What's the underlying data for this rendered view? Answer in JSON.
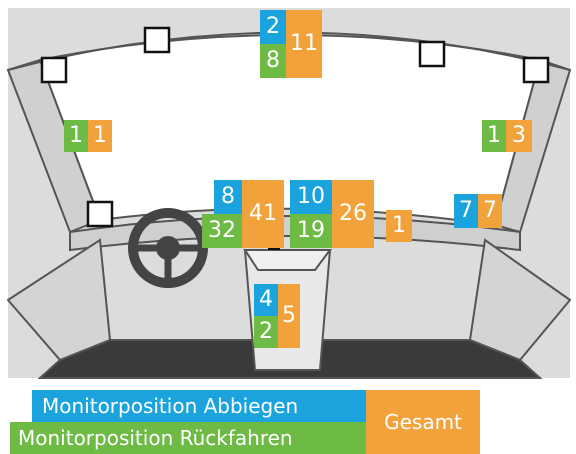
{
  "colors": {
    "abbiegen": "#1aa3dd",
    "rueckfahren": "#6dbb45",
    "gesamt": "#f2a23a",
    "cabin_fill": "#dcdcdc",
    "line": "#555555",
    "floor": "#3a3a3a"
  },
  "positions": {
    "top_center": {
      "abbiegen": "2",
      "rueckfahren": "8",
      "gesamt": "11"
    },
    "left_pillar": {
      "rueckfahren": "1",
      "gesamt": "1"
    },
    "right_pillar": {
      "rueckfahren": "1",
      "gesamt": "3"
    },
    "dash_left": {
      "abbiegen": "8",
      "rueckfahren": "32",
      "gesamt": "41"
    },
    "dash_center": {
      "abbiegen": "10",
      "rueckfahren": "19",
      "gesamt": "26"
    },
    "dash_right_small": {
      "gesamt": "1"
    },
    "right_corner": {
      "abbiegen": "7",
      "gesamt": "7"
    },
    "console": {
      "abbiegen": "4",
      "rueckfahren": "2",
      "gesamt": "5"
    }
  },
  "legend": {
    "abbiegen": "Monitorposition Abbiegen",
    "rueckfahren": "Monitorposition Rückfahren",
    "gesamt": "Gesamt"
  }
}
